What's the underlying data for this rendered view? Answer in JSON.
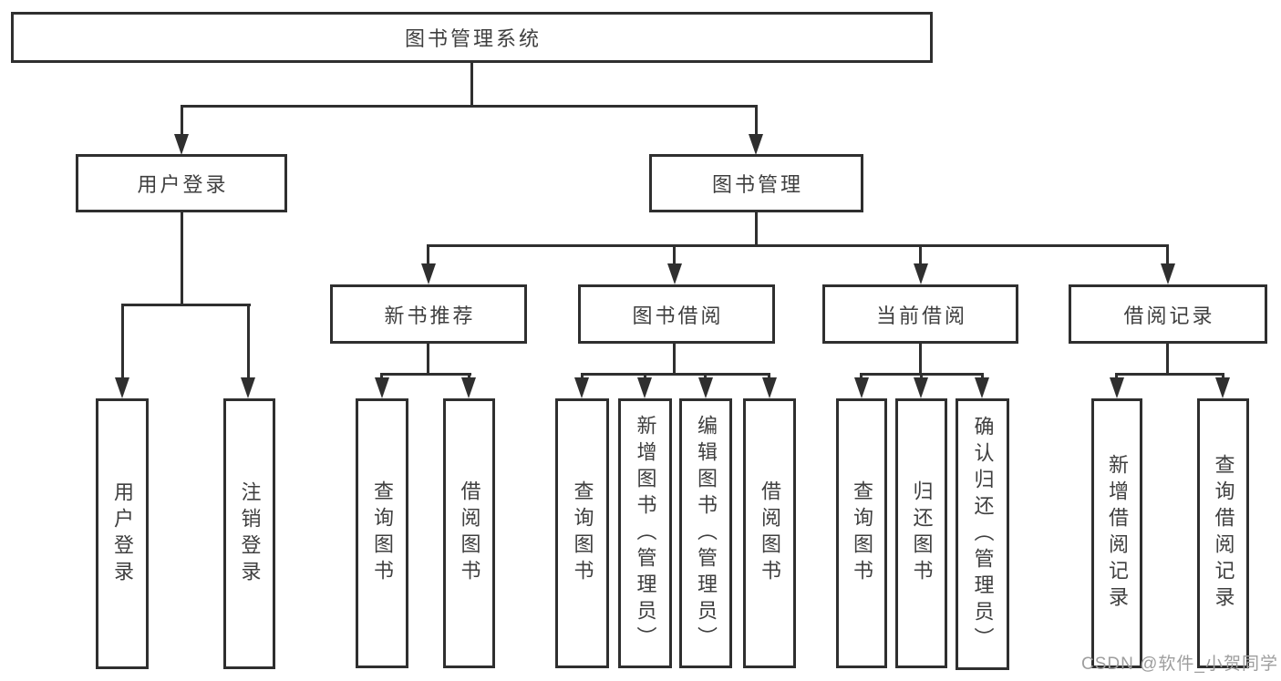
{
  "diagram": {
    "root": "图书管理系统",
    "level2": [
      "用户登录",
      "图书管理"
    ],
    "level3": [
      "新书推荐",
      "图书借阅",
      "当前借阅",
      "借阅记录"
    ],
    "leaves": {
      "login": [
        "用户登录",
        "注销登录"
      ],
      "newbook": [
        "查询图书",
        "借阅图书"
      ],
      "borrow": [
        "查询图书",
        "新增图书（管理员）",
        "编辑图书（管理员）",
        "借阅图书"
      ],
      "current": [
        "查询图书",
        "归还图书",
        "确认归还（管理员）"
      ],
      "records": [
        "新增借阅记录",
        "查询借阅记录"
      ]
    },
    "watermark": "CSDN @软件_小贺同学",
    "colors": {
      "line": "#2f2f2f",
      "text": "#3f3f3f",
      "watermark": "#9e9e9e",
      "background": "#ffffff"
    }
  }
}
